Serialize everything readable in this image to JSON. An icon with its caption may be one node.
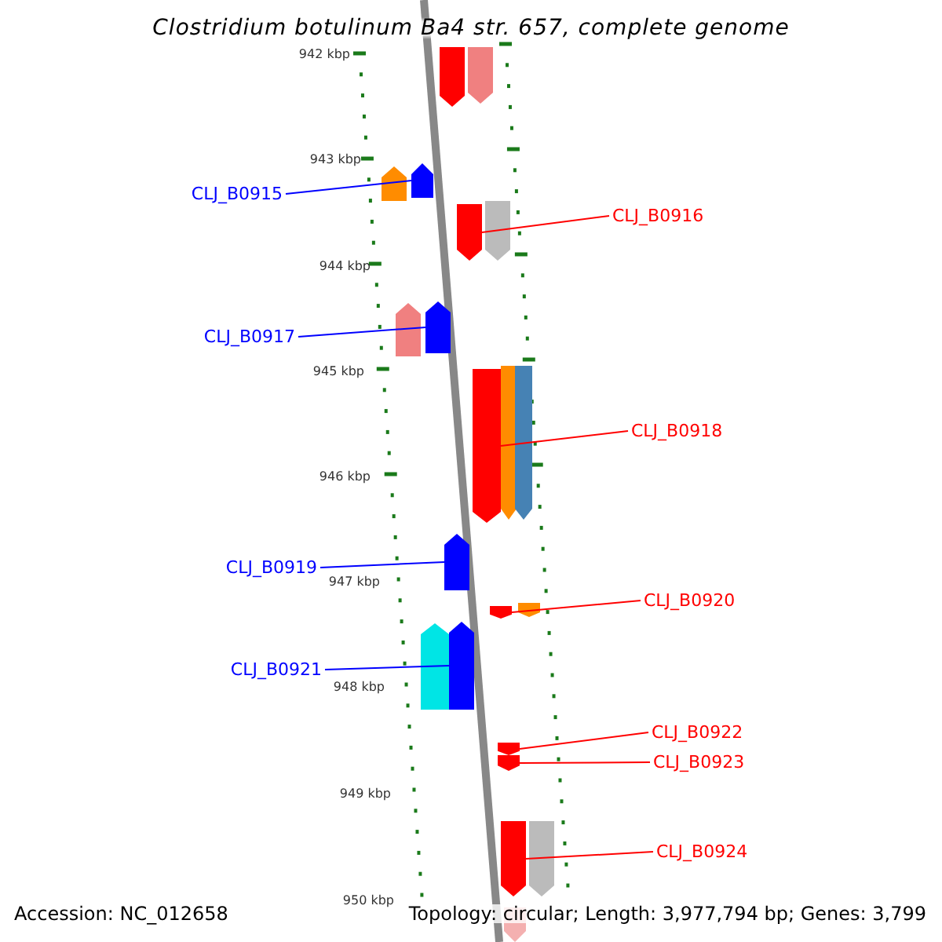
{
  "diagram": {
    "title": "Clostridium botulinum Ba4 str. 657, complete genome",
    "nodes": [
      {
        "text": [
          "CLJ_B0915"
        ]
      },
      {
        "text": [
          "CLJ_B0916"
        ]
      },
      {
        "text": [
          "CLJ_B0917"
        ]
      },
      {
        "text": [
          "CLJ_B0918"
        ]
      },
      {
        "text": [
          "CLJ_B0919"
        ]
      },
      {
        "text": [
          "CLJ_B0920"
        ]
      },
      {
        "text": [
          "CLJ_B0921"
        ]
      },
      {
        "text": [
          "CLJ_B0922"
        ]
      },
      {
        "text": [
          "CLJ_B0923"
        ]
      },
      {
        "text": [
          "CLJ_B0924"
        ]
      },
      {
        "text": [],
        "shape": "bar"
      },
      {
        "text": [],
        "shape": "bar"
      },
      {
        "text": [],
        "shape": "bar"
      },
      {
        "text": [],
        "shape": "bar"
      },
      {
        "text": [],
        "shape": "bar"
      },
      {
        "text": [],
        "shape": "bar"
      },
      {
        "text": [],
        "shape": "bar"
      },
      {
        "text": [],
        "shape": "bar"
      },
      {
        "text": [],
        "shape": "bar"
      },
      {
        "text": [],
        "shape": "bar"
      }
    ],
    "edges": [
      {
        "from": 0,
        "to": 10,
        "arrow": "none",
        "color": "#0000ff"
      },
      {
        "from": 1,
        "to": 11,
        "arrow": "none"
      },
      {
        "from": 2,
        "to": 12,
        "arrow": "none",
        "color": "#0000ff"
      },
      {
        "from": 3,
        "to": 13,
        "arrow": "none"
      },
      {
        "from": 4,
        "to": 14,
        "arrow": "none",
        "color": "#0000ff"
      },
      {
        "from": 5,
        "to": 15,
        "arrow": "none"
      },
      {
        "from": 6,
        "to": 16,
        "arrow": "none",
        "color": "#0000ff"
      },
      {
        "from": 7,
        "to": 17,
        "arrow": "none"
      },
      {
        "from": 8,
        "to": 18,
        "arrow": "none"
      },
      {
        "from": 9,
        "to": 19,
        "arrow": "none"
      }
    ],
    "labels": [
      "942 kbp",
      "943 kbp",
      "944 kbp",
      "945 kbp",
      "946 kbp",
      "947 kbp",
      "948 kbp",
      "949 kbp",
      "950 kbp",
      "Accession: NC_012658",
      "Topology: circular; Length: 3,977,794 bp; Genes: 3,799"
    ]
  }
}
